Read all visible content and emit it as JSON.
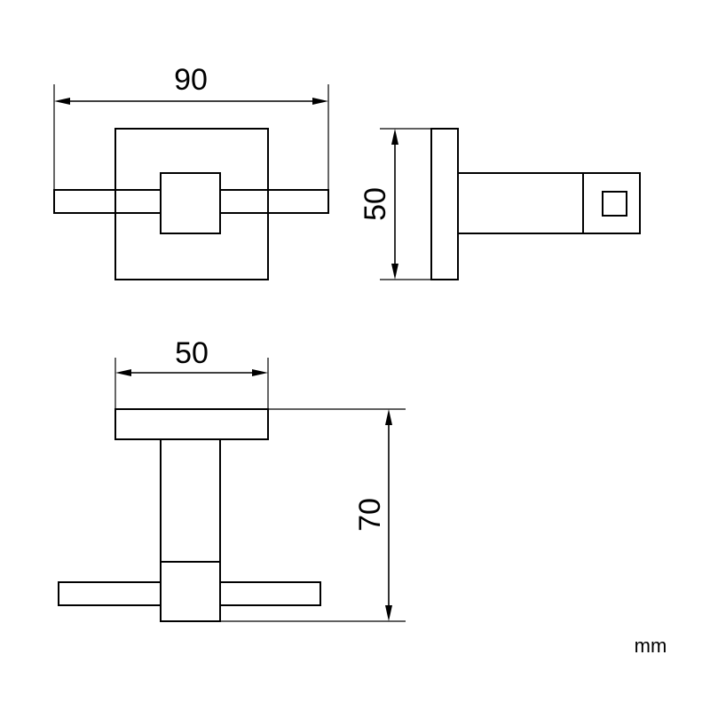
{
  "dimensions": {
    "front_width": "90",
    "side_height": "50",
    "top_width": "50",
    "top_depth": "70"
  },
  "unit_label": "mm"
}
